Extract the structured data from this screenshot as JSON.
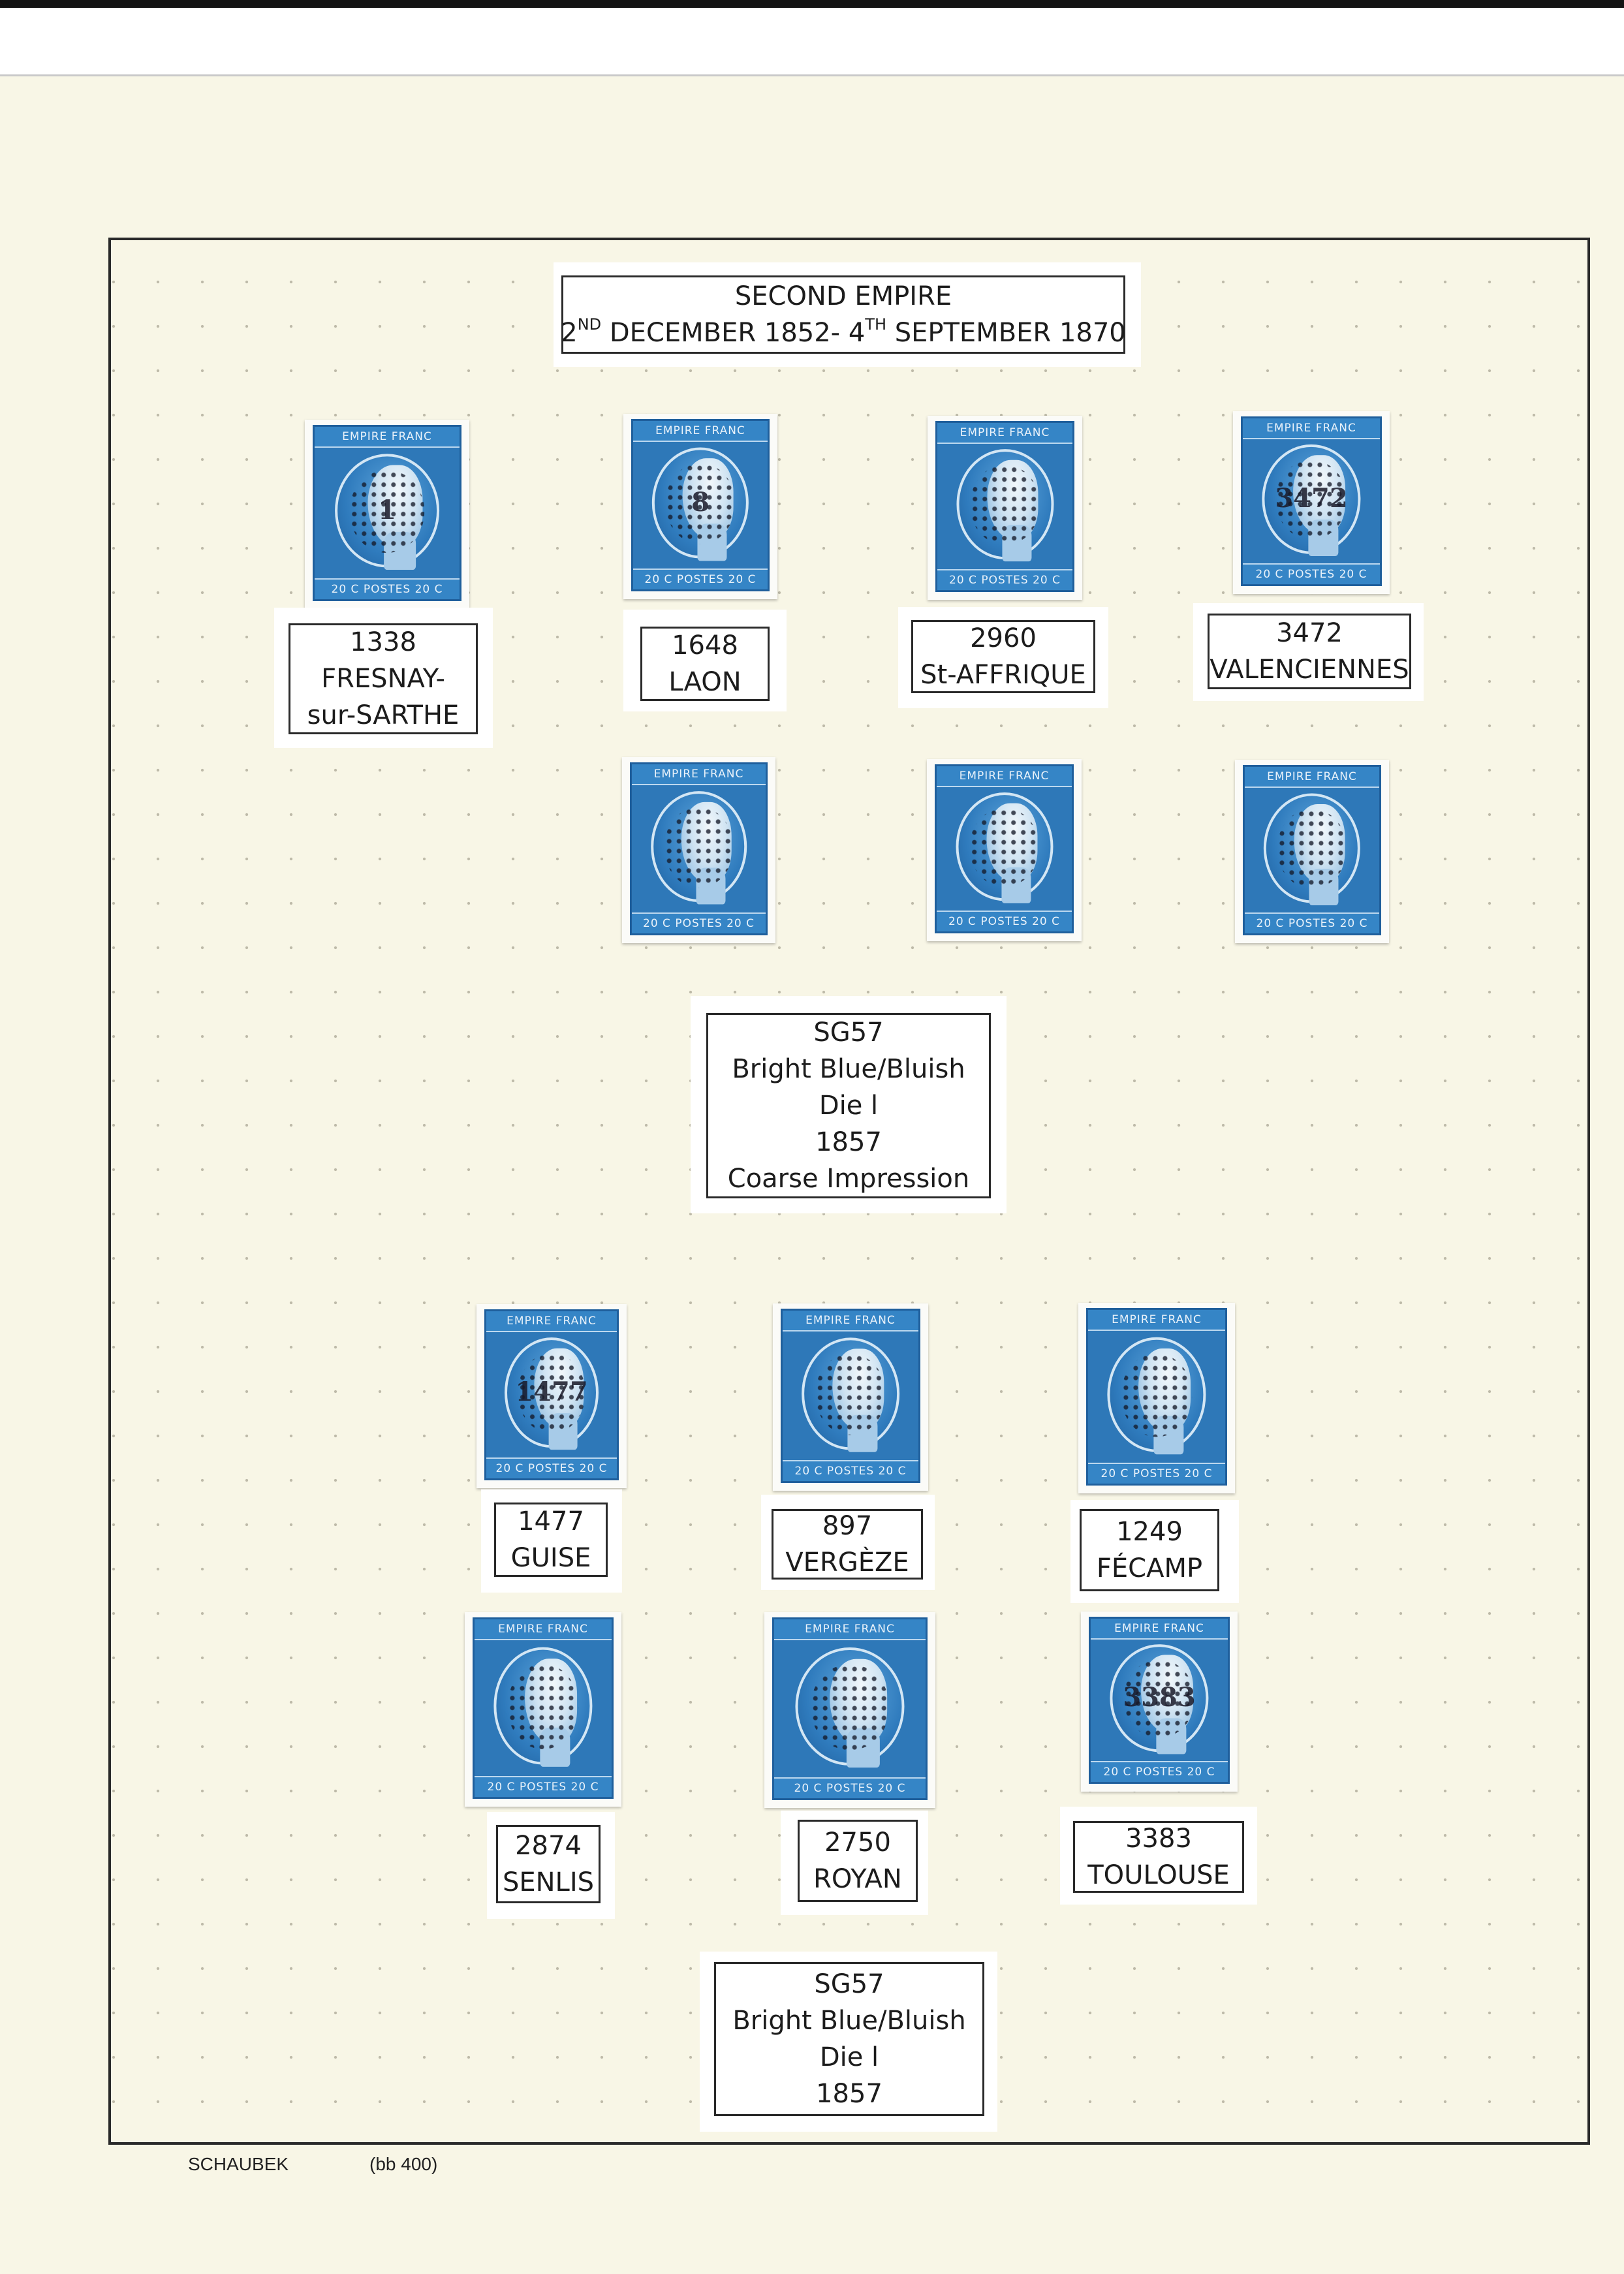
{
  "page": {
    "header_line1": "SECOND EMPIRE",
    "header_line2_pre": "2",
    "header_line2_sup1": "ND",
    "header_line2_mid": " DECEMBER 1852- 4",
    "header_line2_sup2": "TH",
    "header_line2_post": " SEPTEMBER 1870"
  },
  "stamp_text": {
    "top": "EMPIRE FRANC",
    "bottom": "20 C POSTES 20 C"
  },
  "row1": [
    {
      "number": "1338",
      "place": "FRESNAY-",
      "place2": "sur-SARTHE"
    },
    {
      "number": "1648",
      "place": "LAON"
    },
    {
      "number": "2960",
      "place": "St-AFFRIQUE"
    },
    {
      "number": "3472",
      "place": "VALENCIENNES"
    }
  ],
  "row1_cancels": [
    "1",
    "8",
    "",
    "3472"
  ],
  "description1": {
    "lines": [
      "SG57",
      "Bright Blue/Bluish",
      "Die l",
      "1857",
      "Coarse Impression"
    ]
  },
  "row3": [
    {
      "number": "1477",
      "place": "GUISE"
    },
    {
      "number": "897",
      "place": "VERGÈZE"
    },
    {
      "number": "1249",
      "place": "FÉCAMP"
    }
  ],
  "row3_cancels": [
    "1477",
    "",
    ""
  ],
  "row4": [
    {
      "number": "2874",
      "place": "SENLIS"
    },
    {
      "number": "2750",
      "place": "ROYAN"
    },
    {
      "number": "3383",
      "place": "TOULOUSE"
    }
  ],
  "row4_cancels": [
    "",
    "",
    "3383"
  ],
  "description2": {
    "lines": [
      "SG57",
      "Bright Blue/Bluish",
      "Die l",
      "1857"
    ]
  },
  "footer": {
    "left": "SCHAUBEK",
    "right": "(bb 400)"
  },
  "colors": {
    "page": "#f8f6e6",
    "stamp_blue": "#2e78b8",
    "frame": "#2a2a2a"
  }
}
